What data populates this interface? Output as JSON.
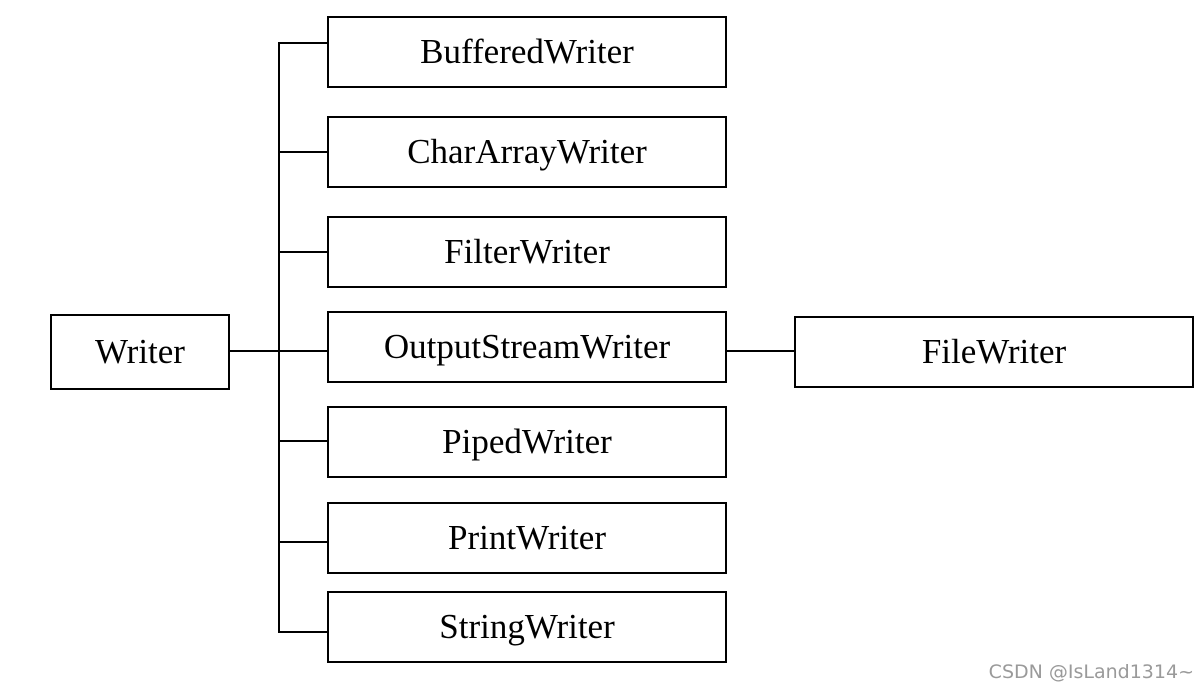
{
  "diagram": {
    "root": {
      "label": "Writer"
    },
    "children": [
      {
        "label": "BufferedWriter"
      },
      {
        "label": "CharArrayWriter"
      },
      {
        "label": "FilterWriter"
      },
      {
        "label": "OutputStreamWriter"
      },
      {
        "label": "PipedWriter"
      },
      {
        "label": "PrintWriter"
      },
      {
        "label": "StringWriter"
      }
    ],
    "grandchild": {
      "label": "FileWriter",
      "parent": "OutputStreamWriter"
    }
  },
  "watermark": "CSDN @IsLand1314~"
}
